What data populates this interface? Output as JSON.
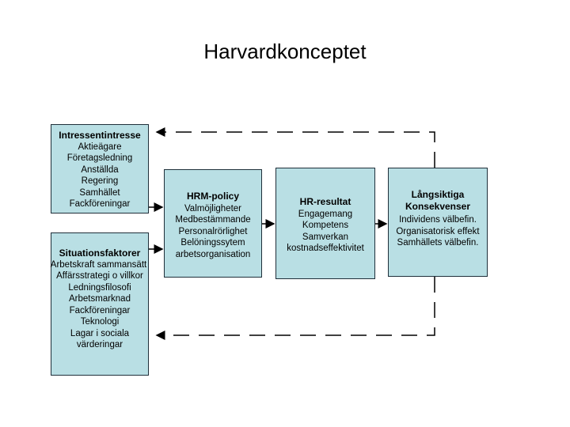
{
  "title": "Harvardkonceptet",
  "stakeholder": {
    "heading": "Intressentintresse",
    "items": [
      "Aktieägare",
      "Företagsledning",
      "Anställda",
      "Regering",
      "Samhället",
      "Fackföreningar"
    ]
  },
  "situational": {
    "heading": "Situationsfaktorer",
    "items": [
      "Arbetskraft sammansätt",
      "Affärsstrategi o villkor",
      "Ledningsfilosofi",
      "Arbetsmarknad",
      "Fackföreningar",
      "Teknologi",
      "Lagar i sociala",
      "värderingar"
    ]
  },
  "hrm_policy": {
    "heading": "HRM-policy",
    "items": [
      "Valmöjligheter",
      "Medbestämmande",
      "Personalrörlighet",
      "Belöningssytem",
      "arbetsorganisation"
    ]
  },
  "hr_outcomes": {
    "heading": "HR-resultat",
    "items": [
      "Engagemang",
      "Kompetens",
      "Samverkan",
      "kostnadseffektivitet"
    ]
  },
  "long_term": {
    "heading_lines": [
      "Långsiktiga",
      "Konsekvenser"
    ],
    "items": [
      "Individens välbefin.",
      "Organisatorisk effekt",
      "Samhällets välbefin."
    ]
  },
  "colors": {
    "box_fill": "#b9dfe4",
    "box_border": "#1f2f3a",
    "connector": "#000000"
  }
}
